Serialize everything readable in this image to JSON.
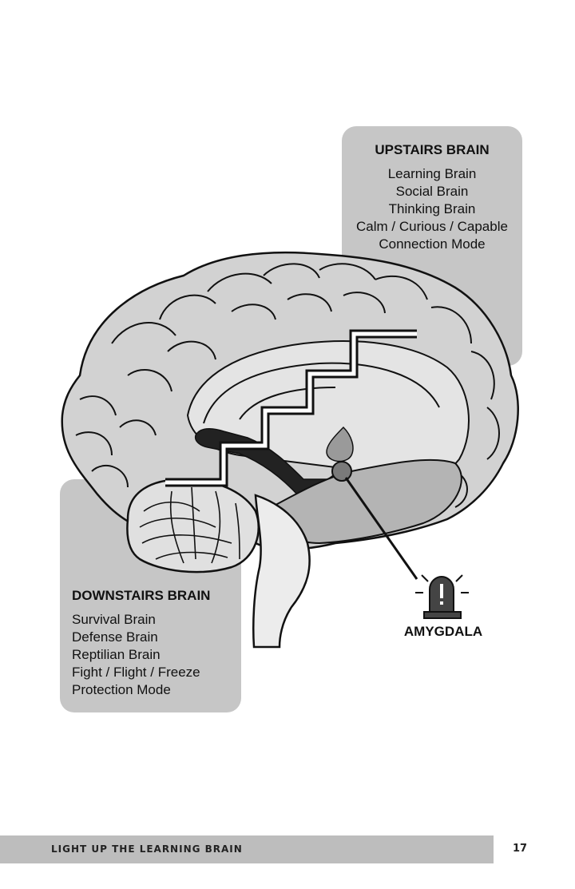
{
  "upstairs": {
    "title": "UPSTAIRS BRAIN",
    "lines": [
      "Learning Brain",
      "Social Brain",
      "Thinking Brain",
      "Calm / Curious / Capable",
      "Connection Mode"
    ]
  },
  "downstairs": {
    "title": "DOWNSTAIRS BRAIN",
    "lines": [
      "Survival Brain",
      "Defense Brain",
      "Reptilian Brain",
      "Fight / Flight / Freeze",
      "Protection Mode"
    ]
  },
  "amygdala": {
    "label": "AMYGDALA",
    "icon": "alarm-icon"
  },
  "footer": {
    "title": "LIGHT UP THE LEARNING BRAIN",
    "page_number": "17"
  },
  "colors": {
    "panel": "#c6c6c6",
    "brain": "#d4d4d4",
    "outline": "#111111",
    "footer": "#bdbdbd"
  }
}
